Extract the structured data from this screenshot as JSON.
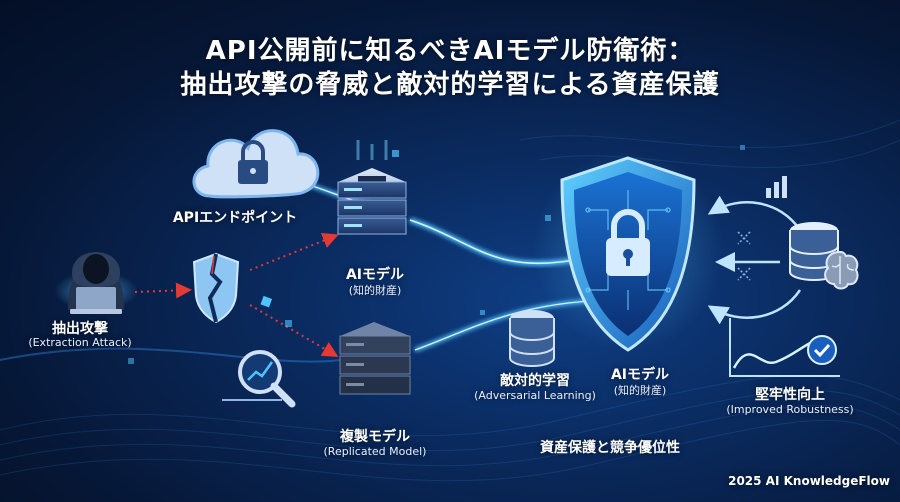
{
  "title": {
    "line1": "API公開前に知るべきAIモデル防衛術：",
    "line2": "抽出攻撃の脅威と敵対的学習による資産保護"
  },
  "nodes": {
    "api_endpoint": "APIエンドポイント",
    "attacker": {
      "label": "抽出攻撃",
      "sub": "(Extraction Attack)"
    },
    "ai_model": {
      "label": "AIモデル",
      "sub": "(知的財産)"
    },
    "replicated": {
      "label": "複製モデル",
      "sub": "(Replicated Model)"
    },
    "adversarial": {
      "label": "敵対的学習",
      "sub": "(Adversarial Learning)"
    },
    "protected_model": {
      "label": "AIモデル",
      "sub": "(知的財産)"
    },
    "robustness": {
      "label": "堅牢性向上",
      "sub": "(Improved Robustness)"
    }
  },
  "tagline": "資産保護と競争優位性",
  "credit": "2025 AI KnowledgeFlow",
  "colors": {
    "bg": "#0a2a5e",
    "glow": "#4fc3ff",
    "attack": "#e53935",
    "server": "#1d3b6e"
  },
  "icons": [
    "cloud-lock-icon",
    "hacker-icon",
    "broken-shield-icon",
    "server-icon",
    "magnifier-chart-icon",
    "shield-lock-icon",
    "database-icon",
    "brain-icon",
    "bar-chart-icon",
    "line-chart-check-icon"
  ]
}
